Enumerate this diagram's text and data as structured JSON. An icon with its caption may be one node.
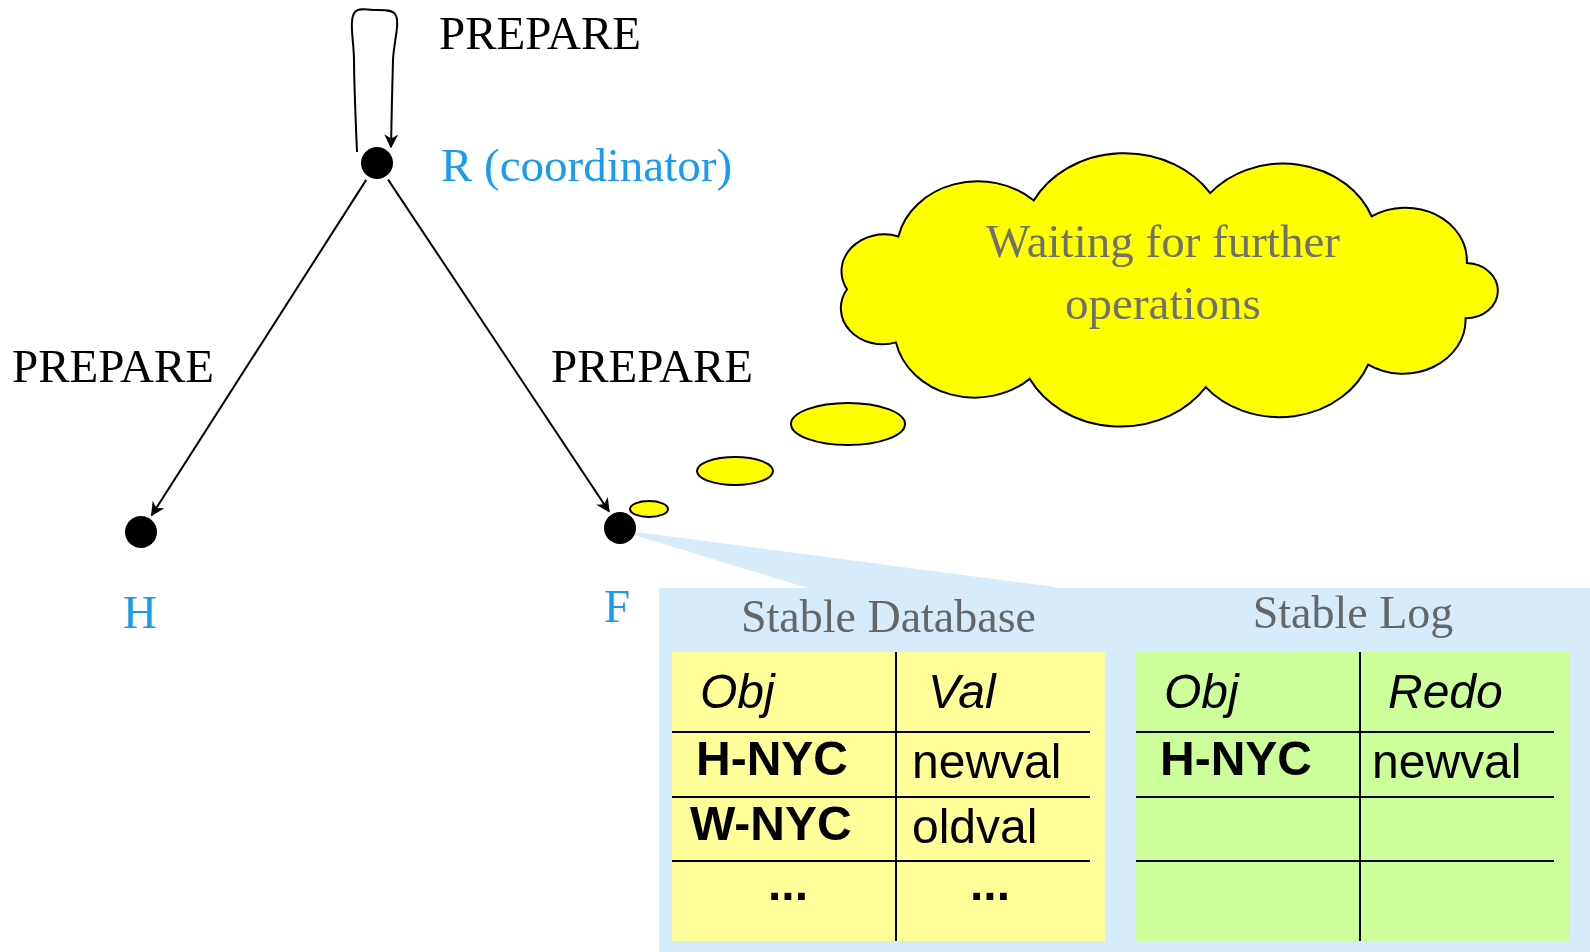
{
  "diagram": {
    "nodes": [
      {
        "text": [],
        "shape": "circle",
        "beside": [
          "R (coordinator)"
        ]
      },
      {
        "text": [],
        "shape": "circle",
        "beside": [
          "H"
        ]
      },
      {
        "text": [],
        "shape": "circle",
        "beside": [
          "F"
        ]
      },
      {
        "text": [
          "Waiting for further operations"
        ]
      },
      {
        "text": [],
        "shape": "box"
      },
      {
        "text": [
          "Stable Database"
        ],
        "in": 4
      },
      {
        "text": [
          "Stable Log"
        ],
        "in": 4
      }
    ],
    "edges": [
      {
        "from": 0,
        "to": 0,
        "arrow": "to",
        "label": "PREPARE"
      },
      {
        "from": 0,
        "to": 1,
        "arrow": "to",
        "label": "PREPARE"
      },
      {
        "from": 0,
        "to": 2,
        "arrow": "to",
        "label": "PREPARE"
      },
      {
        "from": 2,
        "to": 4,
        "arrow": "none",
        "color": "#d6ecfb"
      }
    ],
    "labels": [
      "Obj",
      "Val",
      "H-NYC",
      "newval",
      "W-NYC",
      "oldval",
      "...",
      "...",
      "Obj",
      "Redo",
      "H-NYC",
      "newval"
    ]
  }
}
